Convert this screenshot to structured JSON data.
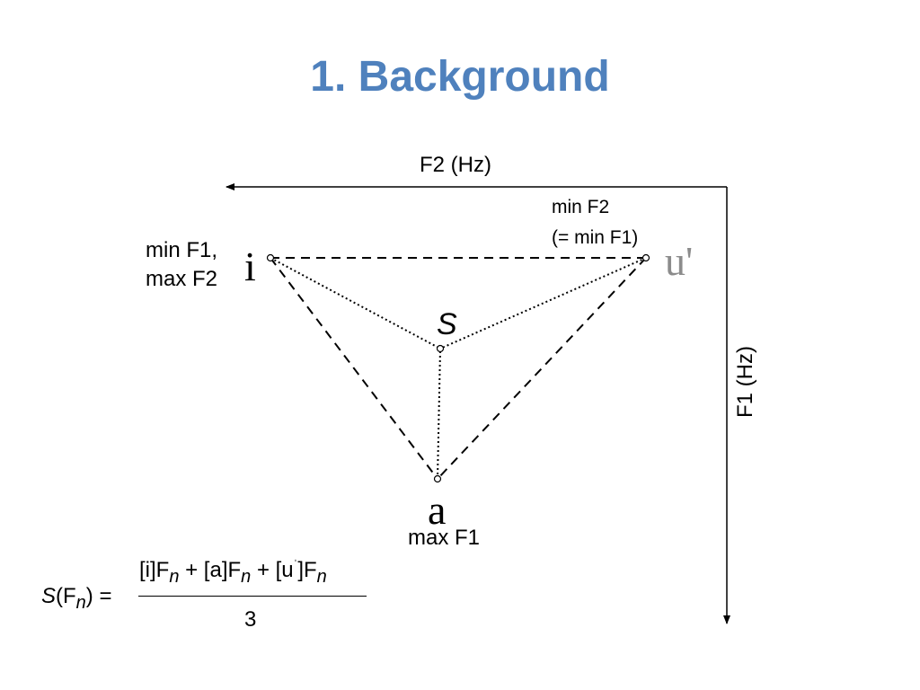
{
  "title": "1. Background",
  "axes": {
    "f2_label": "F2 (Hz)",
    "f1_label": "F1 (Hz)"
  },
  "vowels": {
    "i": {
      "symbol": "i",
      "note_line1": "min F1,",
      "note_line2": "max F2",
      "color": "#000000"
    },
    "u": {
      "symbol": "u'",
      "note_line1": "min F2",
      "note_line2": "(= min F1)",
      "color": "#8c8c8c"
    },
    "a": {
      "symbol": "a",
      "note_line1": "max F1",
      "color": "#000000"
    }
  },
  "center": {
    "symbol": "S"
  },
  "formula": {
    "lhs": "S(Fn) =",
    "numerator": "[i]Fn + [a]Fn + [u']Fn",
    "denominator": "3"
  }
}
